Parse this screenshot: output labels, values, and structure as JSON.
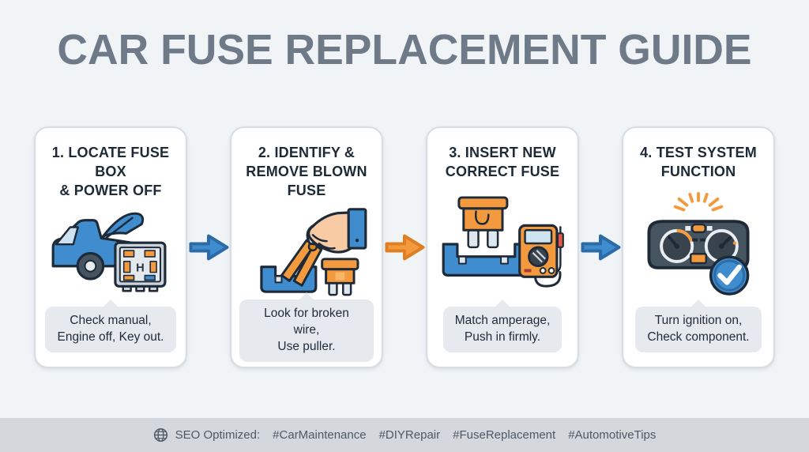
{
  "page": {
    "title": "CAR FUSE REPLACEMENT GUIDE"
  },
  "steps": [
    {
      "heading_line1": "1. LOCATE FUSE BOX",
      "heading_line2": "& POWER OFF",
      "caption_line1": "Check manual,",
      "caption_line2": "Engine off, Key out.",
      "icon": "car-hood-open-with-fuse-box",
      "fuse_box_letter": "H"
    },
    {
      "heading_line1": "2. IDENTIFY &",
      "heading_line2": "REMOVE BLOWN FUSE",
      "caption_line1": "Look for broken wire,",
      "caption_line2": "Use puller.",
      "icon": "hand-with-fuse-puller"
    },
    {
      "heading_line1": "3. INSERT NEW",
      "heading_line2": "CORRECT FUSE",
      "caption_line1": "Match amperage,",
      "caption_line2": "Push in firmly.",
      "icon": "fuse-insert-with-multimeter"
    },
    {
      "heading_line1": "4. TEST SYSTEM",
      "heading_line2": "FUNCTION",
      "caption_line1": "Turn ignition on,",
      "caption_line2": "Check component.",
      "icon": "dashboard-with-check"
    }
  ],
  "arrows": [
    {
      "direction": "right",
      "color": "#3f8cce"
    },
    {
      "direction": "right",
      "color": "#f49a3e"
    },
    {
      "direction": "right",
      "color": "#3f8cce"
    }
  ],
  "footer": {
    "label": "SEO Optimized:",
    "hashtags": [
      "#CarMaintenance",
      "#DIYRepair",
      "#FuseReplacement",
      "#AutomotiveTips"
    ]
  },
  "colors": {
    "page_bg": "#f0f4f7",
    "card_bg": "#ffffff",
    "card_border": "#d7dde2",
    "title_gray": "#6e7a87",
    "heading_navy": "#1c2936",
    "bubble_bg": "#e6eaee",
    "bubble_text": "#212d3b",
    "footer_bg": "#d4d8dc",
    "footer_text": "#4e5965",
    "accent_blue": "#3f8cce",
    "accent_blue_dark": "#2d6ba6",
    "accent_orange": "#f49a3e",
    "accent_orange_dark": "#dd7f22",
    "icon_outline": "#1e2a38"
  }
}
